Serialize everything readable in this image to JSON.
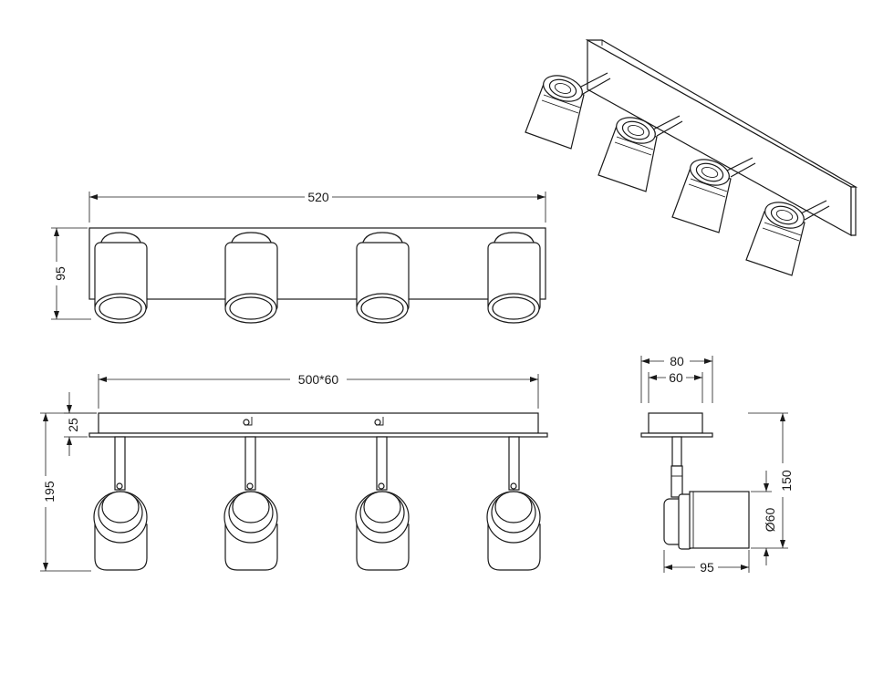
{
  "dimensions": {
    "overall_width": "520",
    "height_front": "95",
    "base_length": "500*60",
    "base_thickness": "25",
    "height_side_total": "195",
    "side_width": "80",
    "side_inner_width": "60",
    "spot_height": "150",
    "spot_diameter": "Ø60",
    "spot_depth": "95"
  }
}
